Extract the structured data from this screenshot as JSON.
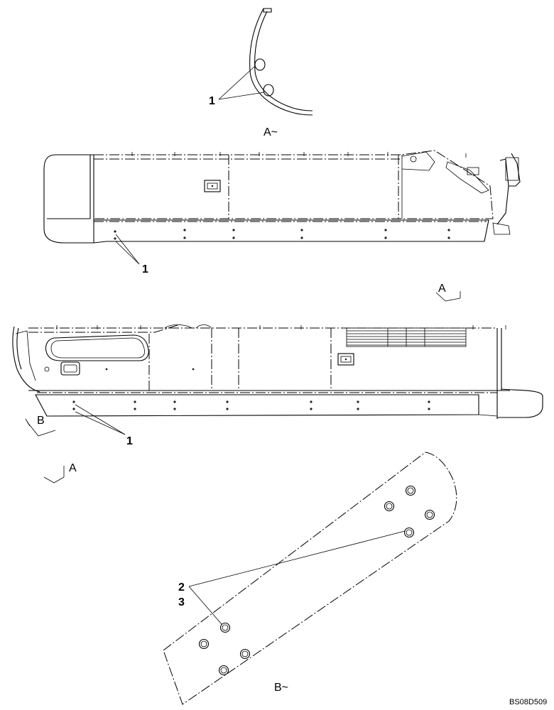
{
  "callouts": {
    "detail_a_item": "1",
    "top_view_item": "1",
    "bottom_view_item": "1",
    "detail_b_item_a": "2",
    "detail_b_item_b": "3"
  },
  "views": {
    "detail_a_title": "A~",
    "detail_b_title": "B~",
    "arrow_a_upper": "A",
    "arrow_a_lower": "A",
    "arrow_b": "B"
  },
  "drawing_code": "BS08D509"
}
